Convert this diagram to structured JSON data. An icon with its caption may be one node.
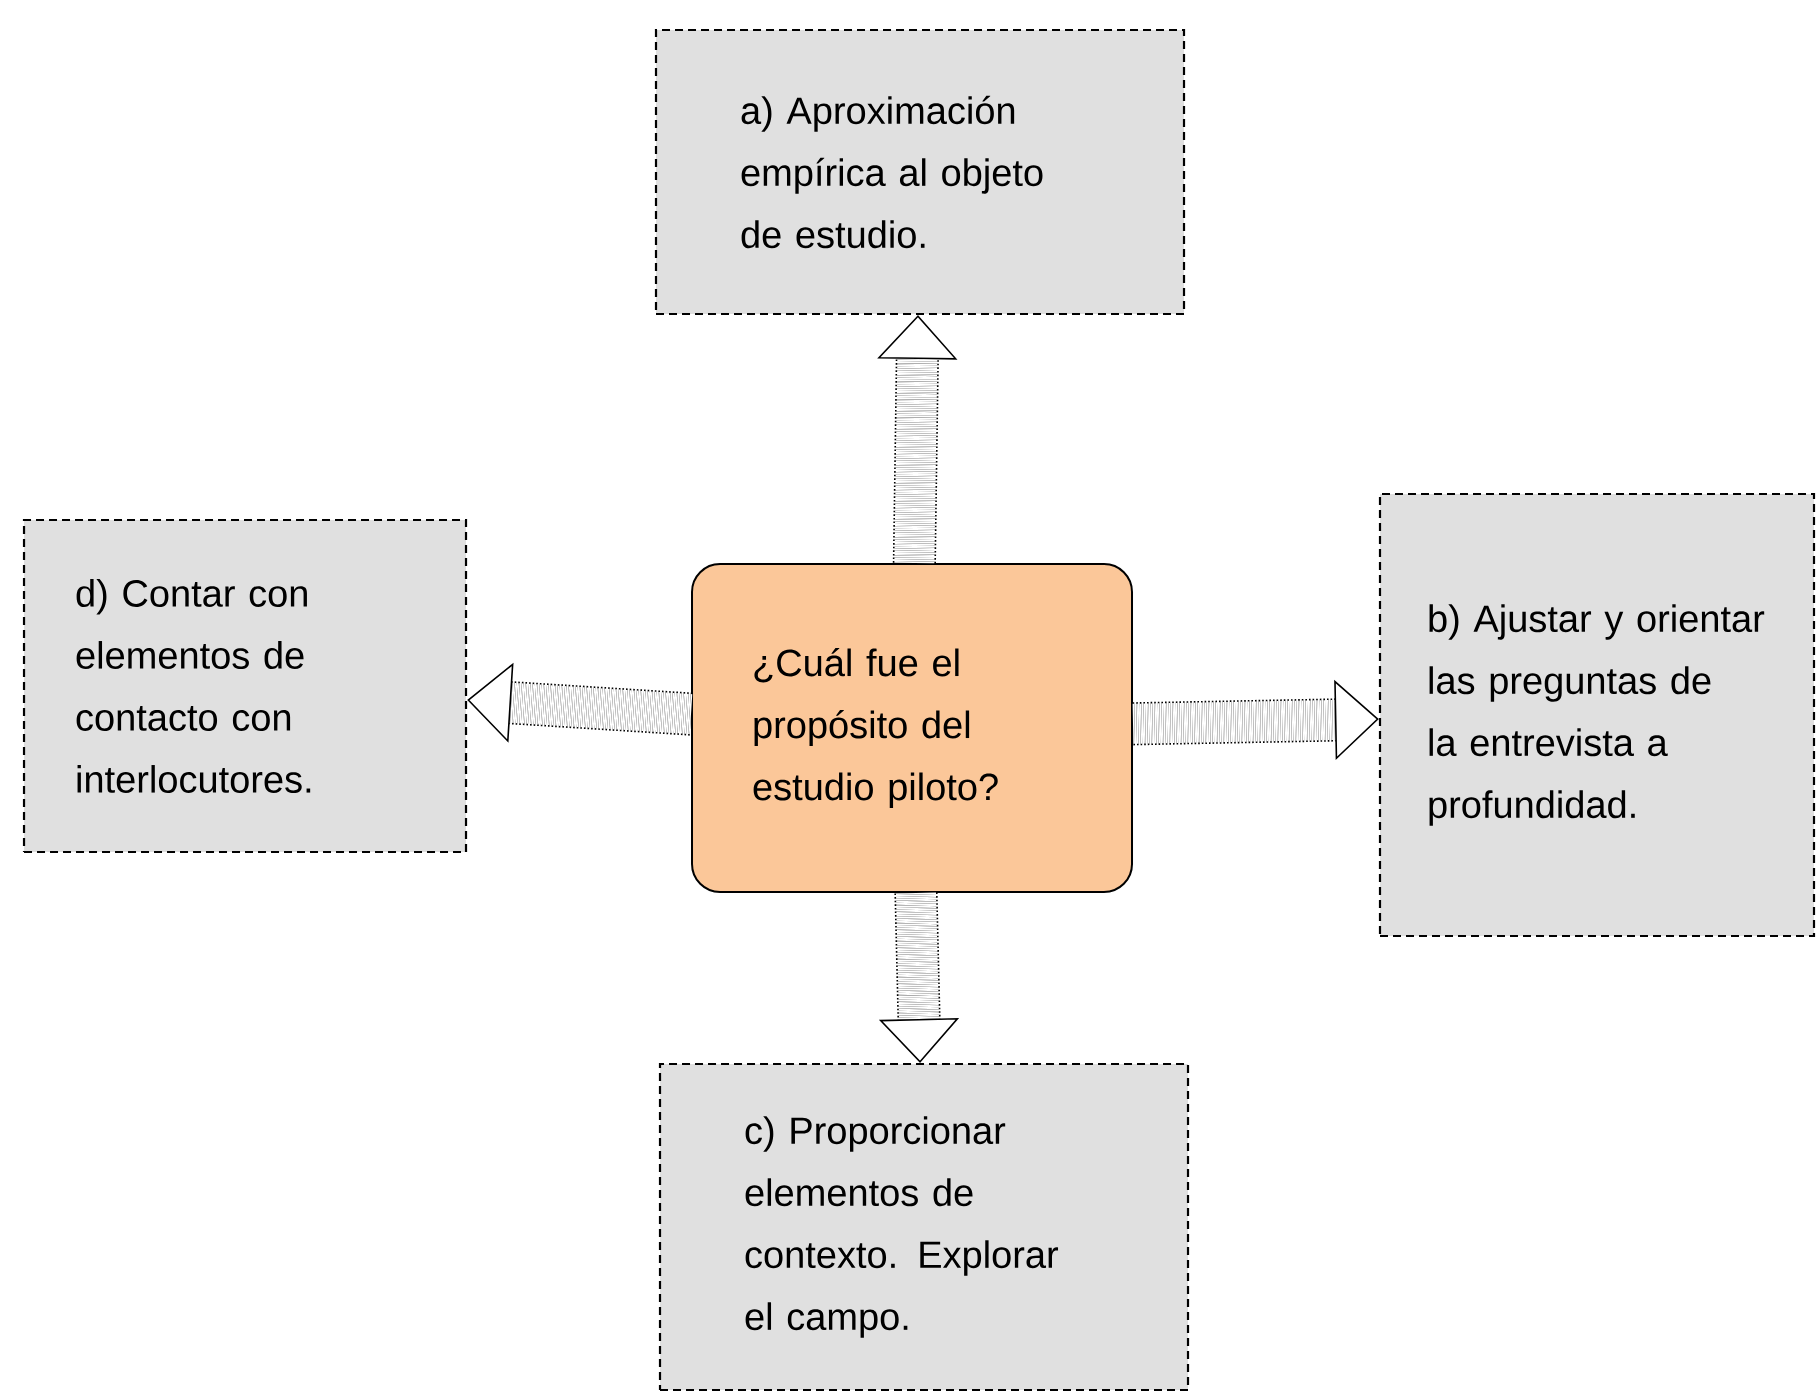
{
  "diagram": {
    "nodes": [
      {
        "text": [
          "¿Cuál fue el propósito del estudio piloto?"
        ]
      },
      {
        "text": [
          "a) Aproximación empírica al objeto de estudio."
        ]
      },
      {
        "text": [
          "b) Ajustar y orientar las preguntas de la entrevista a profundidad."
        ]
      },
      {
        "text": [
          "c) Proporcionar elementos de contexto. Explorar el campo."
        ]
      },
      {
        "text": [
          "d) Contar con elementos de contacto con interlocutores."
        ]
      }
    ],
    "edges": [
      {
        "from": 0,
        "to": 1,
        "arrow": "to"
      },
      {
        "from": 0,
        "to": 2,
        "arrow": "to"
      },
      {
        "from": 0,
        "to": 3,
        "arrow": "to"
      },
      {
        "from": 0,
        "to": 4,
        "arrow": "to"
      }
    ]
  }
}
